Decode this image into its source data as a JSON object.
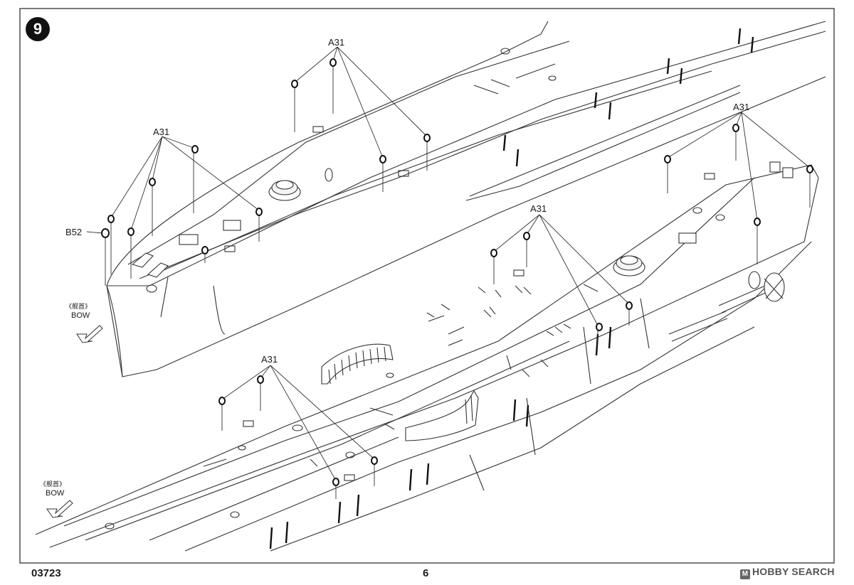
{
  "step": {
    "number": "9"
  },
  "parts": {
    "a31": "A31",
    "b52": "B52"
  },
  "bow": {
    "zh": "《舰首》",
    "en": "BOW"
  },
  "footer": {
    "code": "03723",
    "page": "6",
    "brand": "HOBBY SEARCH",
    "brand_logo": "M"
  }
}
